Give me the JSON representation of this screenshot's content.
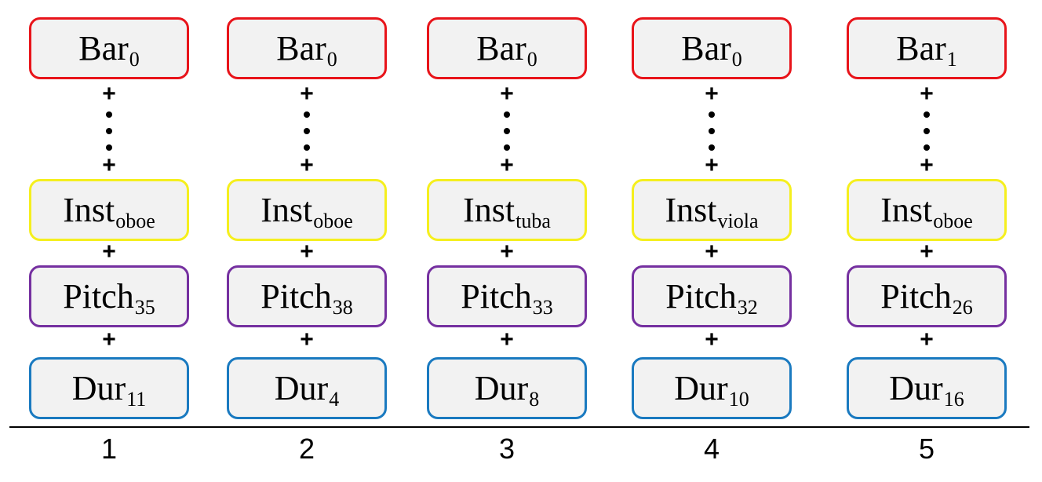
{
  "columns": [
    {
      "step": "1",
      "bar": {
        "label": "Bar",
        "sub": "0"
      },
      "inst": {
        "label": "Inst",
        "sub": "oboe"
      },
      "pitch": {
        "label": "Pitch",
        "sub": "35"
      },
      "dur": {
        "label": "Dur",
        "sub": "11"
      }
    },
    {
      "step": "2",
      "bar": {
        "label": "Bar",
        "sub": "0"
      },
      "inst": {
        "label": "Inst",
        "sub": "oboe"
      },
      "pitch": {
        "label": "Pitch",
        "sub": "38"
      },
      "dur": {
        "label": "Dur",
        "sub": "4"
      }
    },
    {
      "step": "3",
      "bar": {
        "label": "Bar",
        "sub": "0"
      },
      "inst": {
        "label": "Inst",
        "sub": "tuba"
      },
      "pitch": {
        "label": "Pitch",
        "sub": "33"
      },
      "dur": {
        "label": "Dur",
        "sub": "8"
      }
    },
    {
      "step": "4",
      "bar": {
        "label": "Bar",
        "sub": "0"
      },
      "inst": {
        "label": "Inst",
        "sub": "viola"
      },
      "pitch": {
        "label": "Pitch",
        "sub": "32"
      },
      "dur": {
        "label": "Dur",
        "sub": "10"
      }
    },
    {
      "step": "5",
      "bar": {
        "label": "Bar",
        "sub": "1"
      },
      "inst": {
        "label": "Inst",
        "sub": "oboe"
      },
      "pitch": {
        "label": "Pitch",
        "sub": "26"
      },
      "dur": {
        "label": "Dur",
        "sub": "16"
      }
    }
  ],
  "operator": "+",
  "colors": {
    "bar_border": "#e8141a",
    "inst_border": "#f5ef1e",
    "pitch_border": "#7530a0",
    "dur_border": "#1a7ac0",
    "box_fill": "#f2f2f2"
  }
}
